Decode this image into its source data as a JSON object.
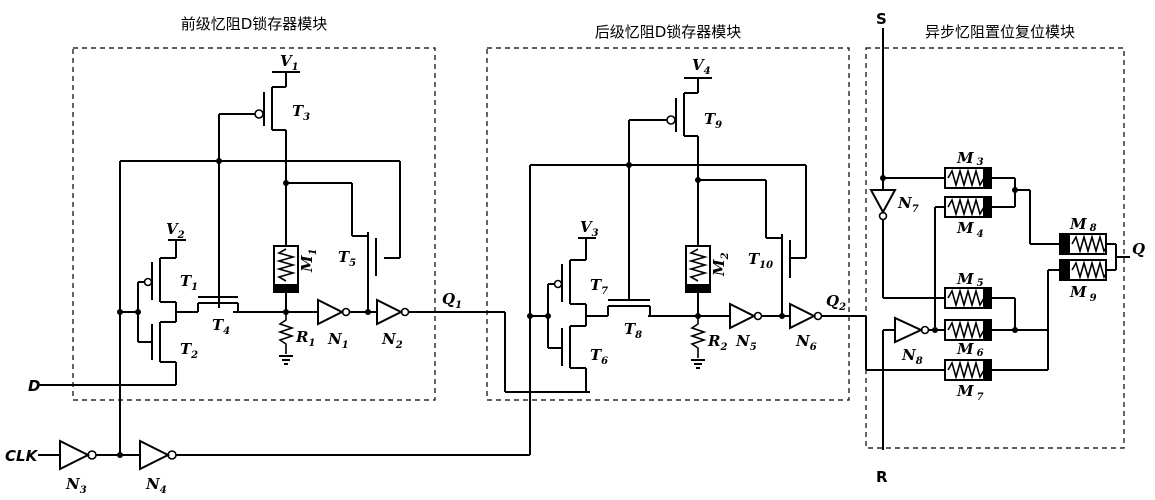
{
  "modules": {
    "front_latch": "前级忆阻D锁存器模块",
    "rear_latch": "后级忆阻D锁存器模块",
    "async_set_reset": "异步忆阻置位复位模块"
  },
  "pins": {
    "d": "D",
    "clk": "CLK",
    "s": "S",
    "r": "R",
    "q": "Q"
  },
  "labels": {
    "v1": "V",
    "v1_sub": "1",
    "v2": "V",
    "v2_sub": "2",
    "v3": "V",
    "v3_sub": "3",
    "v4": "V",
    "v4_sub": "4",
    "t1": "T",
    "t1_sub": "1",
    "t2": "T",
    "t2_sub": "2",
    "t3": "T",
    "t3_sub": "3",
    "t4": "T",
    "t4_sub": "4",
    "t5": "T",
    "t5_sub": "5",
    "t6": "T",
    "t6_sub": "6",
    "t7": "T",
    "t7_sub": "7",
    "t8": "T",
    "t8_sub": "8",
    "t9": "T",
    "t9_sub": "9",
    "t10": "T",
    "t10_sub": "10",
    "m1": "M",
    "m1_sub": "1",
    "m2": "M",
    "m2_sub": "2",
    "m3": "M",
    "m3_sub": "3",
    "m4": "M",
    "m4_sub": "4",
    "m5": "M",
    "m5_sub": "5",
    "m6": "M",
    "m6_sub": "6",
    "m7": "M",
    "m7_sub": "7",
    "m8": "M",
    "m8_sub": "8",
    "m9": "M",
    "m9_sub": "9",
    "r1": "R",
    "r1_sub": "1",
    "r2": "R",
    "r2_sub": "2",
    "n1": "N",
    "n1_sub": "1",
    "n2": "N",
    "n2_sub": "2",
    "n3": "N",
    "n3_sub": "3",
    "n4": "N",
    "n4_sub": "4",
    "n5": "N",
    "n5_sub": "5",
    "n6": "N",
    "n6_sub": "6",
    "n7": "N",
    "n7_sub": "7",
    "n8": "N",
    "n8_sub": "8",
    "q1": "Q",
    "q1_sub": "1",
    "q2": "Q",
    "q2_sub": "2"
  }
}
